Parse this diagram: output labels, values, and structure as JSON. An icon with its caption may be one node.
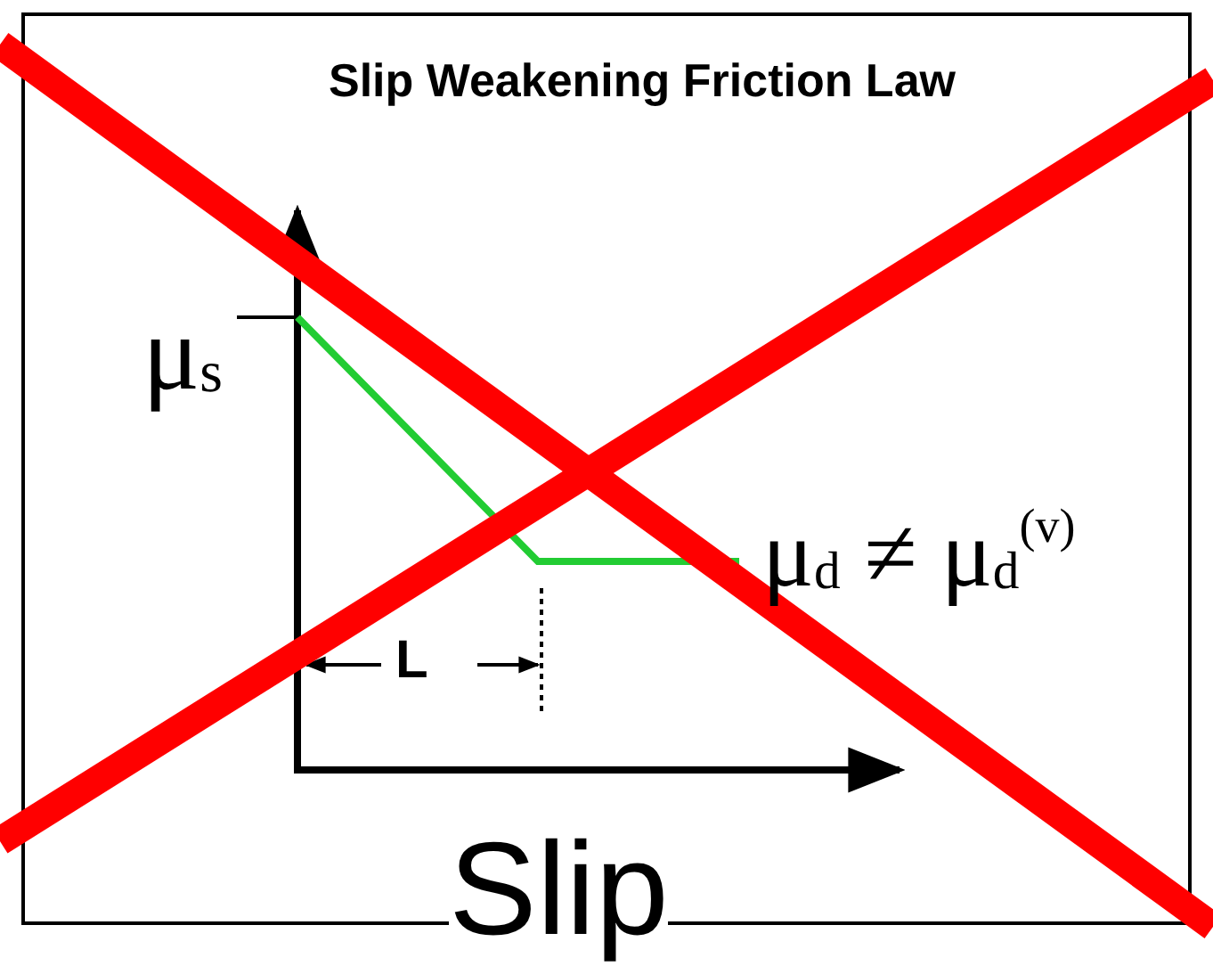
{
  "diagram": {
    "title": "Slip Weakening Friction Law",
    "labels": [
      "μ$_{s}$",
      "μ$_{d}$ ≠ μ$_{d}$$^{(v)}$",
      "L",
      "Slip"
    ]
  }
}
